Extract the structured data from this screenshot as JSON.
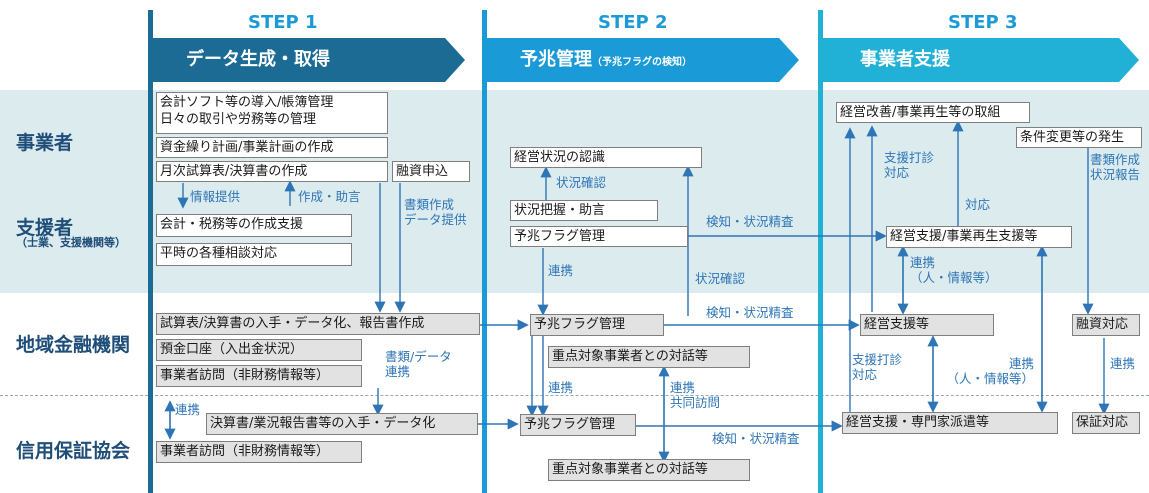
{
  "steps": [
    {
      "title": "STEP 1",
      "chevron": "データ生成・取得",
      "chevron_sub": "",
      "color": "#1b6b94"
    },
    {
      "title": "STEP 2",
      "chevron": "予兆管理",
      "chevron_sub": "（予兆フラグの検知）",
      "color": "#1a9ad6"
    },
    {
      "title": "STEP 3",
      "chevron": "事業者支援",
      "chevron_sub": "",
      "color": "#21b0d6"
    }
  ],
  "colors": {
    "title_blue": "#1a9ad6",
    "row_label": "#1f4e79",
    "arrow": "#2e75b6",
    "band": "#dcebee"
  },
  "rows": {
    "r1": "事業者",
    "r2": "支援者",
    "r2_sub": "（士業、支援機関等）",
    "r3": "地域金融機関",
    "r4": "信用保証協会"
  },
  "boxes": {
    "s1_1a": "会計ソフト等の導入/帳簿管理",
    "s1_1b": "日々の取引や労務等の管理",
    "s1_2": "資金繰り計画/事業計画の作成",
    "s1_3": "月次試算表/決算書の作成",
    "s1_4": "融資申込",
    "s1_5": "会計・税務等の作成支援",
    "s1_6": "平時の各種相談対応",
    "s1_7": "試算表/決算書の入手・データ化、報告書作成",
    "s1_8": "預金口座（入出金状況）",
    "s1_9": "事業者訪問（非財務情報等）",
    "s1_10": "決算書/業況報告書等の入手・データ化",
    "s1_11": "事業者訪問（非財務情報等）",
    "s2_1": "経営状況の認識",
    "s2_2": "状況把握・助言",
    "s2_3": "予兆フラグ管理",
    "s2_4": "予兆フラグ管理",
    "s2_5": "重点対象事業者との対話等",
    "s2_6": "予兆フラグ管理",
    "s2_7": "重点対象事業者との対話等",
    "s3_1": "経営改善/事業再生等の取組",
    "s3_2": "条件変更等の発生",
    "s3_3": "経営支援/事業再生支援等",
    "s3_4": "経営支援等",
    "s3_5": "融資対応",
    "s3_6": "経営支援・専門家派遣等",
    "s3_7": "保証対応"
  },
  "labels": {
    "l1": "情報提供",
    "l2": "作成・助言",
    "l3a": "書類作成",
    "l3b": "データ提供",
    "l4a": "書類/データ",
    "l4b": "連携",
    "l5": "連携",
    "l6": "状況確認",
    "l7": "連携",
    "l8": "状況確認",
    "l9": "連携",
    "l10a": "連携",
    "l10b": "共同訪問",
    "l11": "検知・状況精査",
    "l12": "検知・状況精査",
    "l13": "検知・状況精査",
    "l14a": "支援打診",
    "l14b": "対応",
    "l15": "対応",
    "l16a": "連携",
    "l16b": "（人・情報等）",
    "l17a": "支援打診",
    "l17b": "対応",
    "l18a": "連携",
    "l18b": "（人・情報等）",
    "l19a": "書類作成",
    "l19b": "状況報告",
    "l20": "連携"
  }
}
